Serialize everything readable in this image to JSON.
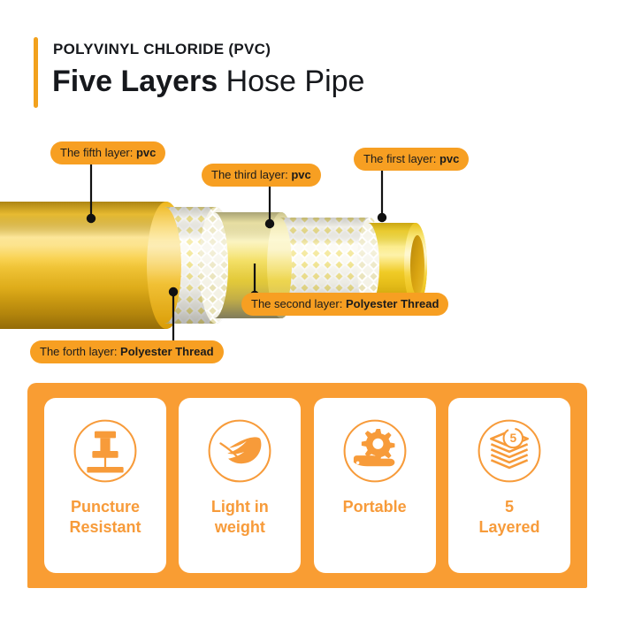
{
  "header": {
    "eyebrow": "POLYVINYL CHLORIDE (PVC)",
    "title_strong": "Five Layers",
    "title_light": " Hose Pipe",
    "accent_color": "#f2a11d"
  },
  "illustration": {
    "name": "five-layer-hose-pipe-cutaway",
    "colors": {
      "pvc_yellow": "#f5c026",
      "pvc_yellow_light": "#fce98f",
      "mesh_white": "#f4f4ee",
      "bore_dark": "#c99a0e",
      "leader_line": "#111111"
    },
    "layers": [
      {
        "index": 1,
        "name": "The first layer",
        "material": "pvc"
      },
      {
        "index": 2,
        "name": "The second layer",
        "material": "Polyester Thread"
      },
      {
        "index": 3,
        "name": "The third layer",
        "material": "pvc"
      },
      {
        "index": 4,
        "name": "The forth layer",
        "material": "Polyester Thread"
      },
      {
        "index": 5,
        "name": "The fifth layer",
        "material": "pvc"
      }
    ]
  },
  "callouts": {
    "fifth": {
      "prefix": "The fifth layer: ",
      "value": "pvc"
    },
    "third": {
      "prefix": "The third layer: ",
      "value": "pvc"
    },
    "first": {
      "prefix": "The first layer: ",
      "value": "pvc"
    },
    "second": {
      "prefix": "The second layer: ",
      "value": "Polyester Thread"
    },
    "forth": {
      "prefix": "The forth layer: ",
      "value": "Polyester Thread"
    },
    "background_color": "#f79f22"
  },
  "features": {
    "panel_color": "#f99d33",
    "label_color": "#f79b3a",
    "cards": [
      {
        "icon": "pushpin-icon",
        "label": "Puncture\nResistant"
      },
      {
        "icon": "feather-icon",
        "label": "Light in\nweight"
      },
      {
        "icon": "gear-in-hand-icon",
        "label": "Portable"
      },
      {
        "icon": "layer-stack-icon",
        "label": "5\nLayered",
        "badge": "5"
      }
    ]
  }
}
